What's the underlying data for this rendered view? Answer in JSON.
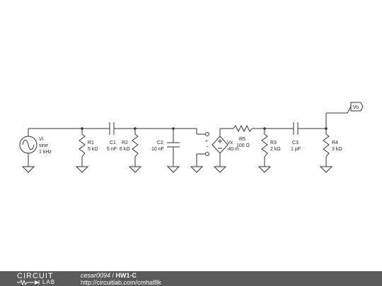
{
  "components": {
    "vi": {
      "name": "Vi",
      "type": "sine",
      "freq": "1 kHz"
    },
    "r1": {
      "name": "R1",
      "value": "5 kΩ"
    },
    "c1": {
      "name": "C1",
      "value": "5 nF"
    },
    "r2": {
      "name": "R2",
      "value": "6 kΩ"
    },
    "c2": {
      "name": "C2",
      "value": "10 nF"
    },
    "vx": {
      "name": "Vx",
      "gain": "-40 m",
      "plus": "+",
      "minus": "−"
    },
    "r5": {
      "name": "R5",
      "value": "100 Ω"
    },
    "r3": {
      "name": "R3",
      "value": "2 kΩ"
    },
    "c3": {
      "name": "C3",
      "value": "1 µF"
    },
    "r4": {
      "name": "R4",
      "value": "3 kΩ"
    },
    "vo": {
      "name": "Vo"
    }
  },
  "footer": {
    "logo_top": "CIRCUIT",
    "logo_bottom": "LAB",
    "author": "cesar0094",
    "separator": " / ",
    "title": "HW1-C",
    "url": "http://circuitlab.com/cmhaf8k"
  },
  "colors": {
    "wire": "#333333",
    "footer_bg": "#5a5a5a"
  }
}
